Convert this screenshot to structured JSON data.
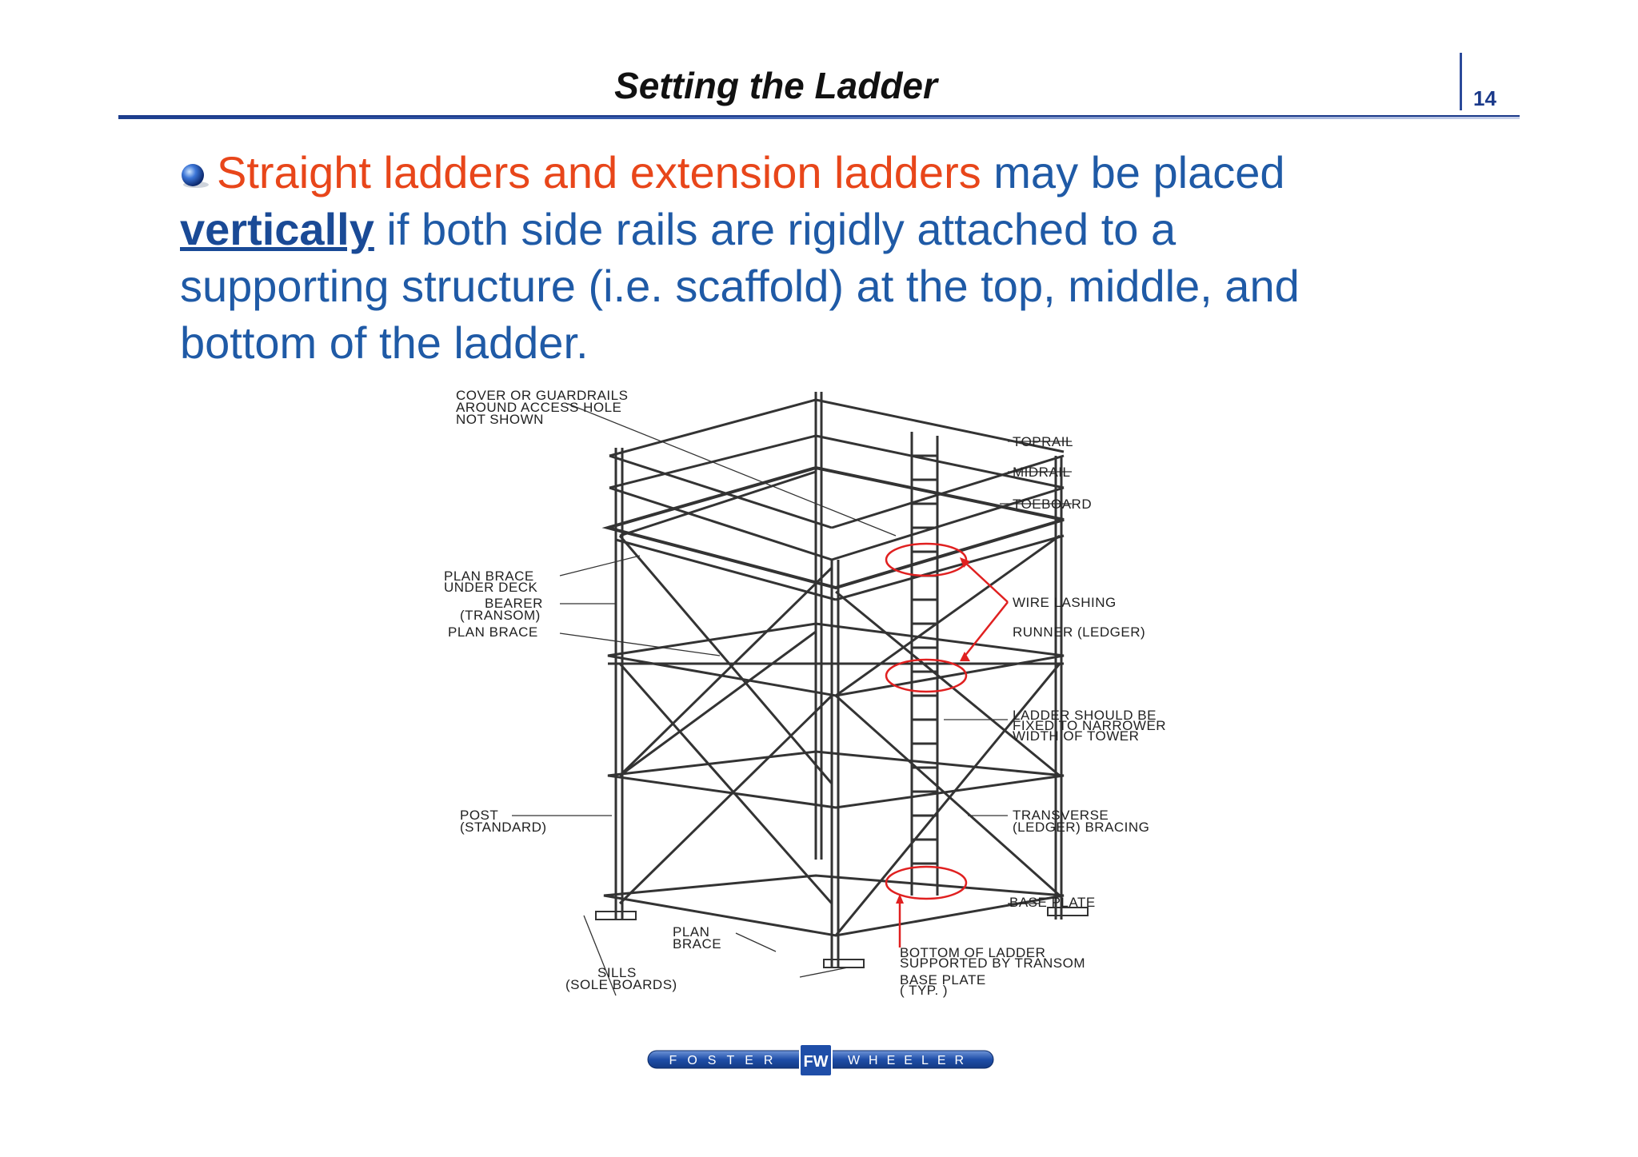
{
  "header": {
    "title": "Setting the Ladder",
    "page_number": "14"
  },
  "bullet": {
    "highlight": "Straight ladders and extension ladders",
    "text_a": " may be placed ",
    "emphasis": "vertically",
    "text_b": " if both side rails are rigidly attached to a supporting structure (i.e. scaffold) at the top, middle, and bottom of the ladder."
  },
  "diagram": {
    "labels": {
      "cover": [
        "COVER OR GUARDRAILS",
        "AROUND ACCESS HOLE",
        "NOT SHOWN"
      ],
      "toprail": "TOPRAIL",
      "midrail": "MIDRAIL",
      "toeboard": "TOEBOARD",
      "plan_brace_under_deck": [
        "PLAN BRACE",
        "UNDER DECK"
      ],
      "bearer": [
        "BEARER",
        "(TRANSOM)"
      ],
      "plan_brace": "PLAN BRACE",
      "wire_lashing": "WIRE LASHING",
      "runner": "RUNNER (LEDGER)",
      "ladder_fixed": [
        "LADDER SHOULD BE",
        "FIXED TO NARROWER",
        "WIDTH OF TOWER"
      ],
      "post": [
        "POST",
        "(STANDARD)"
      ],
      "transverse": [
        "TRANSVERSE",
        "(LEDGER) BRACING"
      ],
      "base_plate": "BASE PLATE",
      "plan_brace_bottom": [
        "PLAN",
        "BRACE"
      ],
      "bottom_ladder": [
        "BOTTOM OF LADDER",
        "SUPPORTED BY TRANSOM"
      ],
      "base_plate_typ": [
        "BASE PLATE",
        "( TYP. )"
      ],
      "sills": [
        "SILLS",
        "(SOLE BOARDS)"
      ]
    }
  },
  "logo": {
    "left": "FOSTER",
    "mark": "FW",
    "right": "WHEELER"
  },
  "colors": {
    "title_rule": "#1b3a8a",
    "body_text": "#1f5aa6",
    "highlight": "#e8461a",
    "callout": "#e02020"
  }
}
